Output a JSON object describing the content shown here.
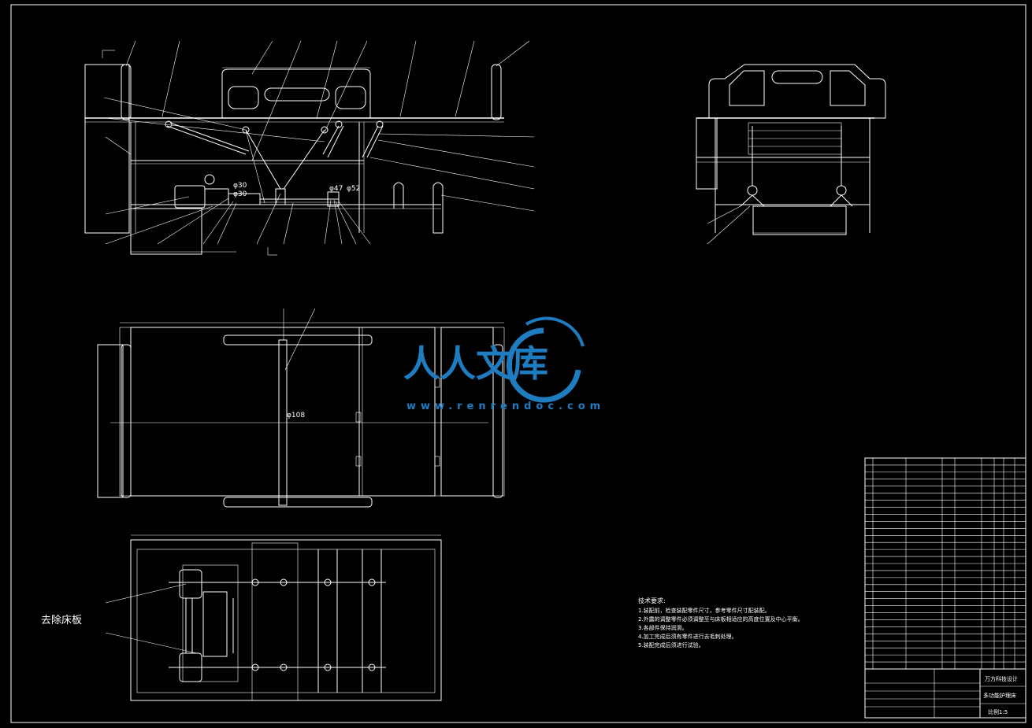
{
  "view_labels": {
    "remove_bed_board": "去除床板"
  },
  "dimension_labels": {
    "phi30_top": "φ30",
    "phi30_mid": "φ30",
    "phi47": "φ47",
    "phi52": "φ52",
    "phi108": "φ108"
  },
  "watermark": {
    "brand": "人人文库",
    "url": "www.renrendoc.com",
    "color": "#1e7cc0"
  },
  "tech_notes": {
    "heading": "技术要求:",
    "items": [
      "1.装配前，检查装配零件尺寸，参考零件尺寸配装配。",
      "2.外露的调整零件必须调整至与床板相适应的高度位置及中心平衡。",
      "3.各部件保持润滑。",
      "4.加工完成后须有零件进行去毛刺处理。",
      "5.装配完成后须进行试验。"
    ]
  },
  "title_block": {
    "project": "万方科技设计",
    "drawing_name": "多功能护理床",
    "scale_note": "比例1:5"
  }
}
